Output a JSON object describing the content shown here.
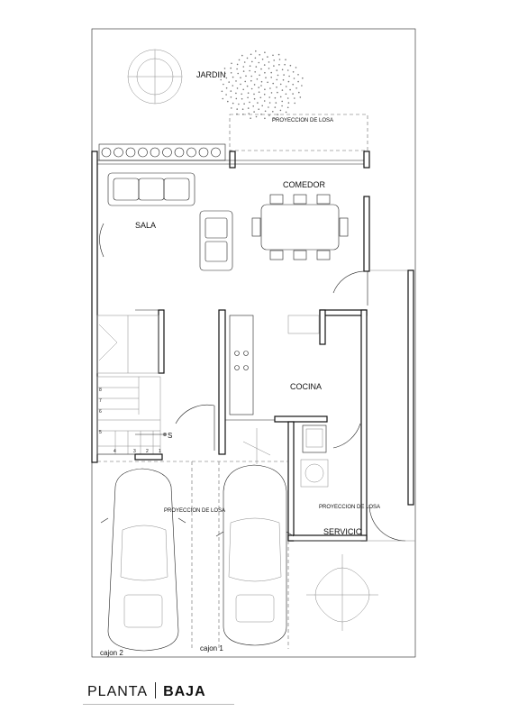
{
  "drawing": {
    "title_part1": "PLANTA",
    "title_part2": "BAJA"
  },
  "rooms": {
    "jardin": "JARDIN",
    "sala": "SALA",
    "comedor": "COMEDOR",
    "cocina": "COCINA",
    "servicio": "SERVICIO",
    "cajon1": "cajon 1",
    "cajon2": "cajon 2"
  },
  "notes": {
    "proyeccion_top": "PROYECCION DE LOSA",
    "proyeccion_garage": "PROYECCION DE LOSA",
    "proyeccion_servicio": "PROYECCION DE LOSA"
  },
  "stairs": {
    "numbers": [
      "8",
      "7",
      "6",
      "5",
      "4",
      "3",
      "2",
      "1"
    ],
    "up_mark": "S"
  }
}
